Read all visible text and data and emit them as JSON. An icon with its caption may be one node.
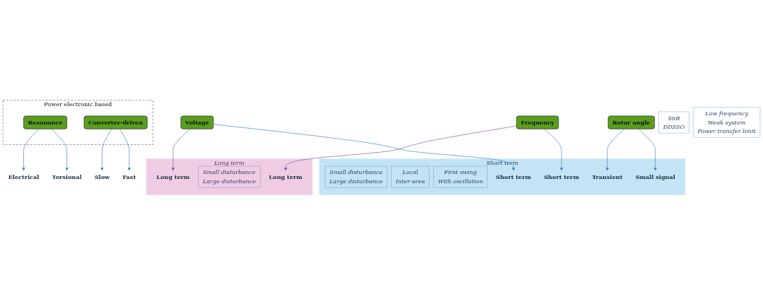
{
  "diagram": {
    "nodes": [
      {
        "text": [
          "Short term"
        ]
      },
      {
        "text": [
          "Power electronic based"
        ]
      },
      {
        "text": [
          "Small disturbance",
          "Large disturbance"
        ],
        "in": 0
      },
      {
        "text": [
          "Local",
          "Inter-area"
        ],
        "in": 0
      },
      {
        "text": [
          "First swing",
          "With oscillation"
        ],
        "in": 0
      },
      {
        "text": [
          "SSR",
          "DDSSO"
        ]
      },
      {
        "text": [
          "Low frequency",
          "Weak system",
          "Power transfer limit"
        ]
      },
      {
        "text": [
          "Short term"
        ],
        "in": 0
      },
      {
        "text": [
          "Short term"
        ],
        "in": 0
      },
      {
        "text": [
          "Small signal"
        ],
        "in": 0
      },
      {
        "text": [
          "Transient"
        ],
        "in": 0
      },
      {
        "text": [
          "Torsional"
        ]
      },
      {
        "text": [
          "Electrical"
        ]
      },
      {
        "text": [
          "Fast"
        ]
      },
      {
        "text": [
          "Slow"
        ]
      },
      {
        "text": [
          "Voltage"
        ]
      },
      {
        "text": [
          "Frequency"
        ]
      },
      {
        "text": [
          "Rotor angle"
        ]
      },
      {
        "text": [
          "Resonance"
        ],
        "in": 1
      },
      {
        "text": [
          "Converter-driven"
        ],
        "in": 1
      },
      {
        "text": [
          "Long term"
        ]
      },
      {
        "text": [
          "Long term"
        ],
        "in": 20
      },
      {
        "text": [
          "Small disturbance",
          "Large disturbance"
        ],
        "in": 20
      },
      {
        "text": [
          "Long term"
        ],
        "in": 20
      }
    ],
    "edges": [
      {
        "from": 15,
        "to": 7,
        "arrow": "to"
      },
      {
        "from": 15,
        "to": 21,
        "arrow": "to",
        "color": "#7a4f9a"
      },
      {
        "from": 16,
        "to": 8,
        "arrow": "to"
      },
      {
        "from": 16,
        "to": 23,
        "arrow": "to",
        "color": "#7a4f9a"
      },
      {
        "from": 17,
        "to": 9,
        "arrow": "to"
      },
      {
        "from": 17,
        "to": 10,
        "arrow": "to"
      },
      {
        "from": 18,
        "to": 11,
        "arrow": "to"
      },
      {
        "from": 18,
        "to": 12,
        "arrow": "to"
      },
      {
        "from": 19,
        "to": 13,
        "arrow": "to"
      },
      {
        "from": 19,
        "to": 14,
        "arrow": "to"
      }
    ]
  }
}
